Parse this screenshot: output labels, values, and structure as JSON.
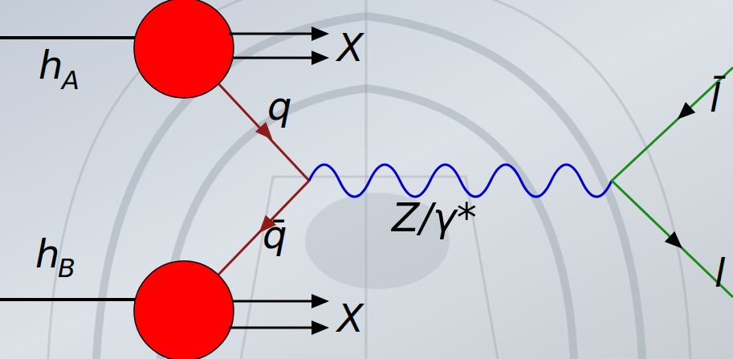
{
  "diagram": {
    "labels": [
      "X",
      "h",
      "A",
      "q",
      "Z/γ*",
      "q̄",
      "h",
      "B",
      "X",
      "l̄",
      "l"
    ]
  }
}
